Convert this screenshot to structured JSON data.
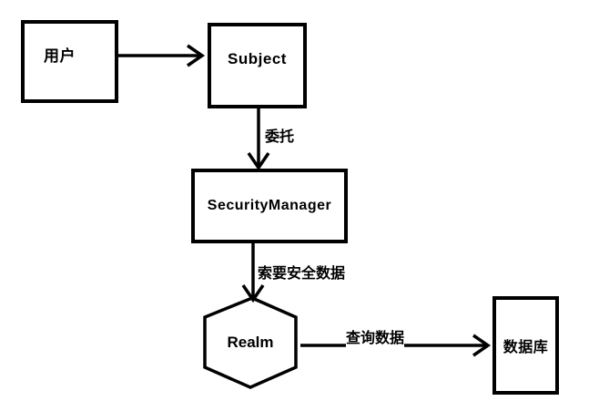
{
  "diagram": {
    "background": "#ffffff",
    "stroke_color": "#000000",
    "text_color": "#000000",
    "nodes": [
      {
        "id": "user",
        "shape": "rectangle",
        "label": "用户"
      },
      {
        "id": "subject",
        "shape": "rectangle",
        "label": "Subject"
      },
      {
        "id": "security-manager",
        "shape": "rectangle",
        "label": "SecurityManager"
      },
      {
        "id": "realm",
        "shape": "hexagon",
        "label": "Realm"
      },
      {
        "id": "database",
        "shape": "rectangle",
        "label": "数据库"
      }
    ],
    "edges": [
      {
        "from": "user",
        "to": "subject",
        "label": ""
      },
      {
        "from": "subject",
        "to": "security-manager",
        "label": "委托"
      },
      {
        "from": "security-manager",
        "to": "realm",
        "label": "索要安全数据"
      },
      {
        "from": "realm",
        "to": "database",
        "label": "查询数据"
      }
    ]
  }
}
